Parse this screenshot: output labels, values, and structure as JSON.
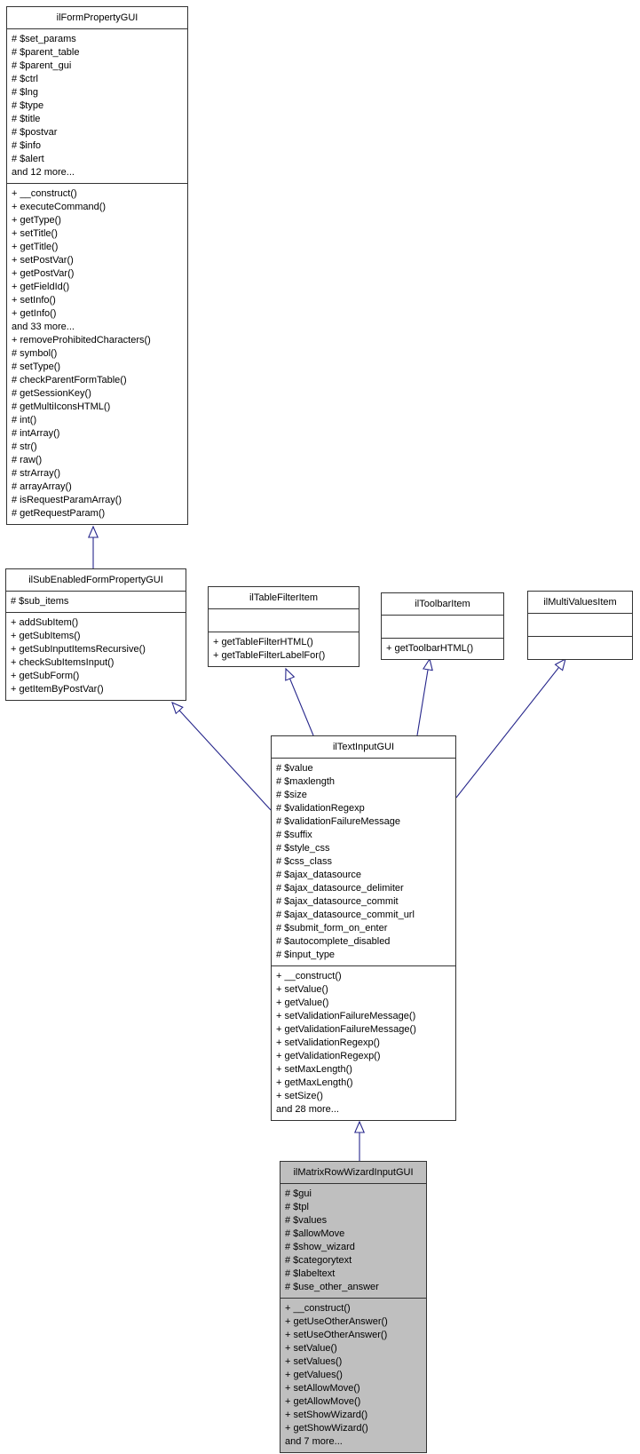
{
  "diagram": {
    "type": "uml-class-inheritance-graph",
    "colors": {
      "edge": "#26268b",
      "border": "#333333",
      "node_fill": "#ffffff",
      "highlight_fill": "#bfbfbf",
      "text": "#000000",
      "background": "#ffffff"
    }
  },
  "classes": [
    {
      "id": "ilFormPropertyGUI",
      "name": "ilFormPropertyGUI",
      "highlighted": false,
      "attributes": [
        "# $set_params",
        "# $parent_table",
        "# $parent_gui",
        "# $ctrl",
        "# $lng",
        "# $type",
        "# $title",
        "# $postvar",
        "# $info",
        "# $alert",
        "and 12 more..."
      ],
      "methods": [
        "+ __construct()",
        "+ executeCommand()",
        "+ getType()",
        "+ setTitle()",
        "+ getTitle()",
        "+ setPostVar()",
        "+ getPostVar()",
        "+ getFieldId()",
        "+ setInfo()",
        "+ getInfo()",
        "and 33 more...",
        "+ removeProhibitedCharacters()",
        "# symbol()",
        "# setType()",
        "# checkParentFormTable()",
        "# getSessionKey()",
        "# getMultiIconsHTML()",
        "# int()",
        "# intArray()",
        "# str()",
        "# raw()",
        "# strArray()",
        "# arrayArray()",
        "# isRequestParamArray()",
        "# getRequestParam()"
      ]
    },
    {
      "id": "ilSubEnabledFormPropertyGUI",
      "name": "ilSubEnabledFormPropertyGUI",
      "highlighted": false,
      "attributes": [
        "# $sub_items"
      ],
      "methods": [
        "+ addSubItem()",
        "+ getSubItems()",
        "+ getSubInputItemsRecursive()",
        "+ checkSubItemsInput()",
        "+ getSubForm()",
        "+ getItemByPostVar()"
      ]
    },
    {
      "id": "ilTableFilterItem",
      "name": "ilTableFilterItem",
      "highlighted": false,
      "attributes": [],
      "methods": [
        "+ getTableFilterHTML()",
        "+ getTableFilterLabelFor()"
      ]
    },
    {
      "id": "ilToolbarItem",
      "name": "ilToolbarItem",
      "highlighted": false,
      "attributes": [],
      "methods": [
        "+ getToolbarHTML()"
      ]
    },
    {
      "id": "ilMultiValuesItem",
      "name": "ilMultiValuesItem",
      "highlighted": false,
      "attributes": [],
      "methods": []
    },
    {
      "id": "ilTextInputGUI",
      "name": "ilTextInputGUI",
      "highlighted": false,
      "attributes": [
        "# $value",
        "# $maxlength",
        "# $size",
        "# $validationRegexp",
        "# $validationFailureMessage",
        "# $suffix",
        "# $style_css",
        "# $css_class",
        "# $ajax_datasource",
        "# $ajax_datasource_delimiter",
        "# $ajax_datasource_commit",
        "# $ajax_datasource_commit_url",
        "# $submit_form_on_enter",
        "# $autocomplete_disabled",
        "# $input_type"
      ],
      "methods": [
        "+ __construct()",
        "+ setValue()",
        "+ getValue()",
        "+ setValidationFailureMessage()",
        "+ getValidationFailureMessage()",
        "+ setValidationRegexp()",
        "+ getValidationRegexp()",
        "+ setMaxLength()",
        "+ getMaxLength()",
        "+ setSize()",
        "and 28 more..."
      ]
    },
    {
      "id": "ilMatrixRowWizardInputGUI",
      "name": "ilMatrixRowWizardInputGUI",
      "highlighted": true,
      "attributes": [
        "# $gui",
        "# $tpl",
        "# $values",
        "# $allowMove",
        "# $show_wizard",
        "# $categorytext",
        "# $labeltext",
        "# $use_other_answer"
      ],
      "methods": [
        "+ __construct()",
        "+ getUseOtherAnswer()",
        "+ setUseOtherAnswer()",
        "+ setValue()",
        "+ setValues()",
        "+ getValues()",
        "+ setAllowMove()",
        "+ getAllowMove()",
        "+ setShowWizard()",
        "+ getShowWizard()",
        "and 7 more..."
      ]
    }
  ],
  "relations": [
    {
      "child": "ilSubEnabledFormPropertyGUI",
      "parent": "ilFormPropertyGUI",
      "type": "inheritance"
    },
    {
      "child": "ilTextInputGUI",
      "parent": "ilSubEnabledFormPropertyGUI",
      "type": "inheritance"
    },
    {
      "child": "ilTextInputGUI",
      "parent": "ilTableFilterItem",
      "type": "inheritance"
    },
    {
      "child": "ilTextInputGUI",
      "parent": "ilToolbarItem",
      "type": "inheritance"
    },
    {
      "child": "ilTextInputGUI",
      "parent": "ilMultiValuesItem",
      "type": "inheritance"
    },
    {
      "child": "ilMatrixRowWizardInputGUI",
      "parent": "ilTextInputGUI",
      "type": "inheritance"
    }
  ]
}
